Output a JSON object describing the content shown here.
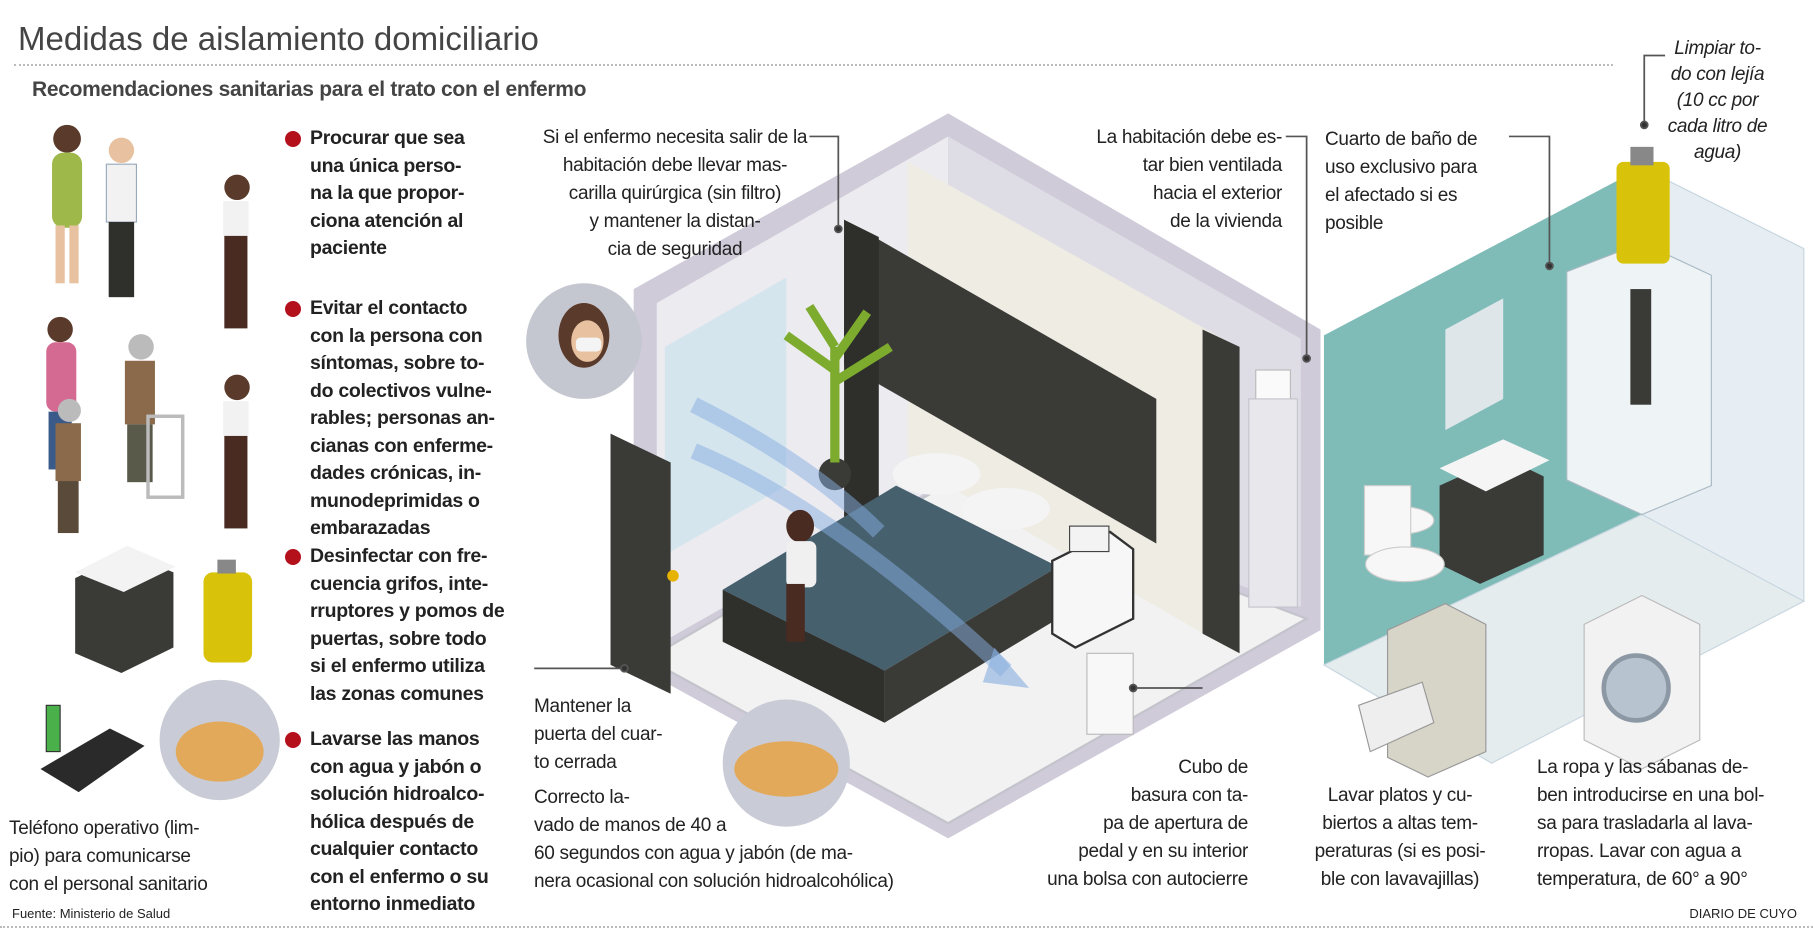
{
  "header": {
    "title": "Medidas de aislamiento domiciliario",
    "subtitle": "Recomendaciones sanitarias para el trato con el enfermo"
  },
  "colors": {
    "bullet": "#b3101c",
    "teal": "#7fbcb8",
    "yellow": "#d8c20a",
    "dark": "#3a3a36"
  },
  "bullets": [
    {
      "lines": [
        "Procurar que sea",
        "una única perso-",
        "na la que propor-",
        "ciona atención al",
        "paciente"
      ]
    },
    {
      "lines": [
        "Evitar el contacto",
        "con la persona con",
        "síntomas, sobre to-",
        "do colectivos vulne-",
        "rables; personas an-",
        "cianas con enferme-",
        "dades crónicas, in-",
        "munodeprimidas o",
        "embarazadas"
      ]
    },
    {
      "lines": [
        "Desinfectar con fre-",
        "cuencia grifos, inte-",
        "rruptores y pomos de",
        "puertas, sobre todo",
        "si el enfermo utiliza",
        "las zonas comunes"
      ]
    },
    {
      "lines": [
        "Lavarse las manos",
        "con agua y jabón o",
        "solución hidroalco-",
        "hólica después de",
        "cualquier contacto",
        "con el enfermo o su",
        "entorno inmediato"
      ]
    }
  ],
  "notes": {
    "phone": [
      "Teléfono operativo (lim-",
      "pio) para comunicarse",
      "con el personal sanitario"
    ],
    "mask": [
      "Si el enfermo necesita salir de la",
      "habitación debe llevar mas-",
      "carilla quirúrgica (sin filtro)",
      "y mantener la distan-",
      "cia de seguridad"
    ],
    "ventilation": [
      "La habitación debe es-",
      "tar bien ventilada",
      "hacia el exterior",
      "de la vivienda"
    ],
    "bathroom": [
      "Cuarto de baño de",
      "uso exclusivo para",
      "el afectado si es",
      "posible"
    ],
    "bleach": [
      "Limpiar to-",
      "do con lejía",
      "(10 cc por",
      "cada litro de",
      "agua)"
    ],
    "door": [
      "Mantener la",
      "puerta del cuar-",
      "to cerrada"
    ],
    "handwash": [
      "Correcto la-",
      "vado de manos de 40 a",
      "60 segundos con agua y jabón (de ma-",
      "nera ocasional con solución hidroalcohólica)"
    ],
    "trash": [
      "Cubo de",
      "basura con ta-",
      "pa de apertura de",
      "pedal y en su interior",
      "una bolsa con autocierre"
    ],
    "dishes": [
      "Lavar platos y cu-",
      "biertos a altas tem-",
      "peraturas (si es posi-",
      "ble con lavavajillas)"
    ],
    "laundry": [
      "La ropa y las sábanas de-",
      "ben introducirse en una bol-",
      "sa para trasladarla al lava-",
      "rropas. Lavar con agua a",
      "temperatura, de 60° a 90°"
    ]
  },
  "footer": {
    "source": "Fuente: Ministerio de Salud",
    "brand": "DIARIO DE CUYO"
  }
}
